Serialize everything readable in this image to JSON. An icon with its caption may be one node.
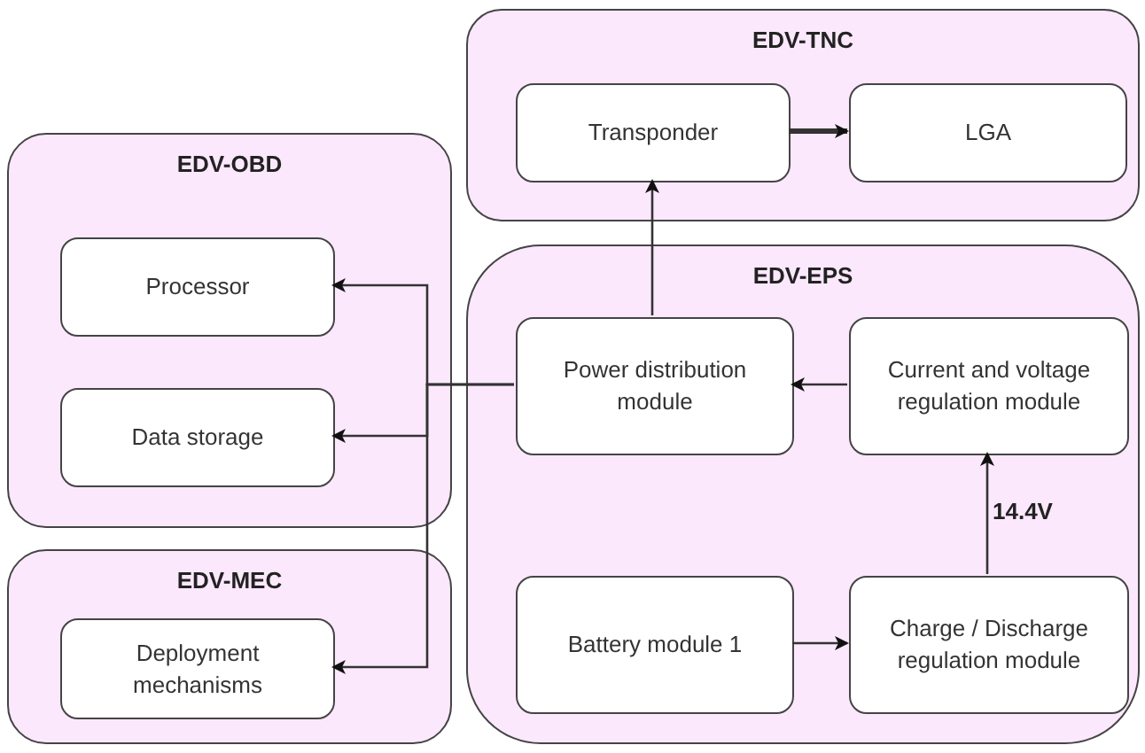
{
  "diagram": {
    "nodes": [
      {
        "text": [
          "EDV-TNC"
        ]
      },
      {
        "text": [
          "Transponder"
        ],
        "in": 0
      },
      {
        "text": [
          "LGA"
        ],
        "in": 0
      },
      {
        "text": [
          "EDV-OBD"
        ]
      },
      {
        "text": [
          "Processor"
        ],
        "in": 3
      },
      {
        "text": [
          "Data storage"
        ],
        "in": 3
      },
      {
        "text": [
          "EDV-MEC"
        ]
      },
      {
        "text": [
          "Deployment mechanisms"
        ],
        "in": 6
      },
      {
        "text": [
          "EDV-EPS"
        ]
      },
      {
        "text": [
          "Power distribution module"
        ],
        "in": 8
      },
      {
        "text": [
          "Current and voltage regulation module"
        ],
        "in": 8
      },
      {
        "text": [
          "Battery module 1"
        ],
        "in": 8
      },
      {
        "text": [
          "Charge / Discharge regulation module"
        ],
        "in": 8
      }
    ],
    "edges": [
      {
        "from": 1,
        "to": 2,
        "arrow": "to",
        "style": "thick"
      },
      {
        "from": 9,
        "to": 1,
        "arrow": "to"
      },
      {
        "from": 10,
        "to": 9,
        "arrow": "to"
      },
      {
        "from": 11,
        "to": 12,
        "arrow": "to"
      },
      {
        "from": 12,
        "to": 10,
        "arrow": "to",
        "label": "14.4V"
      },
      {
        "from": 9,
        "to": 4,
        "arrow": "to"
      },
      {
        "from": 9,
        "to": 5,
        "arrow": "to"
      },
      {
        "from": 9,
        "to": 7,
        "arrow": "to"
      }
    ]
  }
}
